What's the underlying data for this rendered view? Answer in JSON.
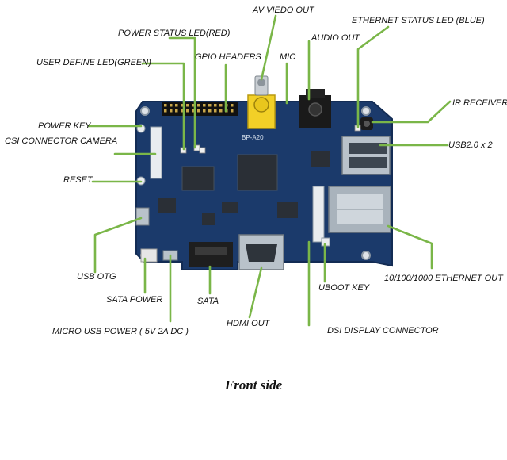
{
  "caption": "Front side",
  "board": {
    "silkscreen": "BP-A20"
  },
  "colors": {
    "leader": "#7ab648",
    "pcb": "#1b3a6b",
    "pcb_dark": "#132c54",
    "metal": "#a9b3bc",
    "av_jack": "#f2d027",
    "text": "#111111"
  },
  "labels": {
    "av_video_out": "AV VIEDO OUT",
    "ethernet_status_led": "ETHERNET STATUS LED (BLUE)",
    "power_status_led": "POWER STATUS LED(RED)",
    "audio_out": "AUDIO OUT",
    "gpio_headers": "GPIO HEADERS",
    "mic": "MIC",
    "user_define_led": "USER DEFINE LED(GREEN)",
    "ir_receiver": "IR RECEIVER",
    "power_key": "POWER KEY",
    "csi_connector_camera": "CSI CONNECTOR CAMERA",
    "usb20x2": "USB2.0 x 2",
    "reset": "RESET",
    "usb_otg": "USB OTG",
    "ethernet_out": "10/100/1000 ETHERNET OUT",
    "uboot_key": "UBOOT KEY",
    "sata_power": "SATA POWER",
    "sata": "SATA",
    "hdmi_out": "HDMI OUT",
    "dsi_display_connector": "DSI DISPLAY CONNECTOR",
    "micro_usb_power": "MICRO USB POWER ( 5V 2A DC )"
  }
}
